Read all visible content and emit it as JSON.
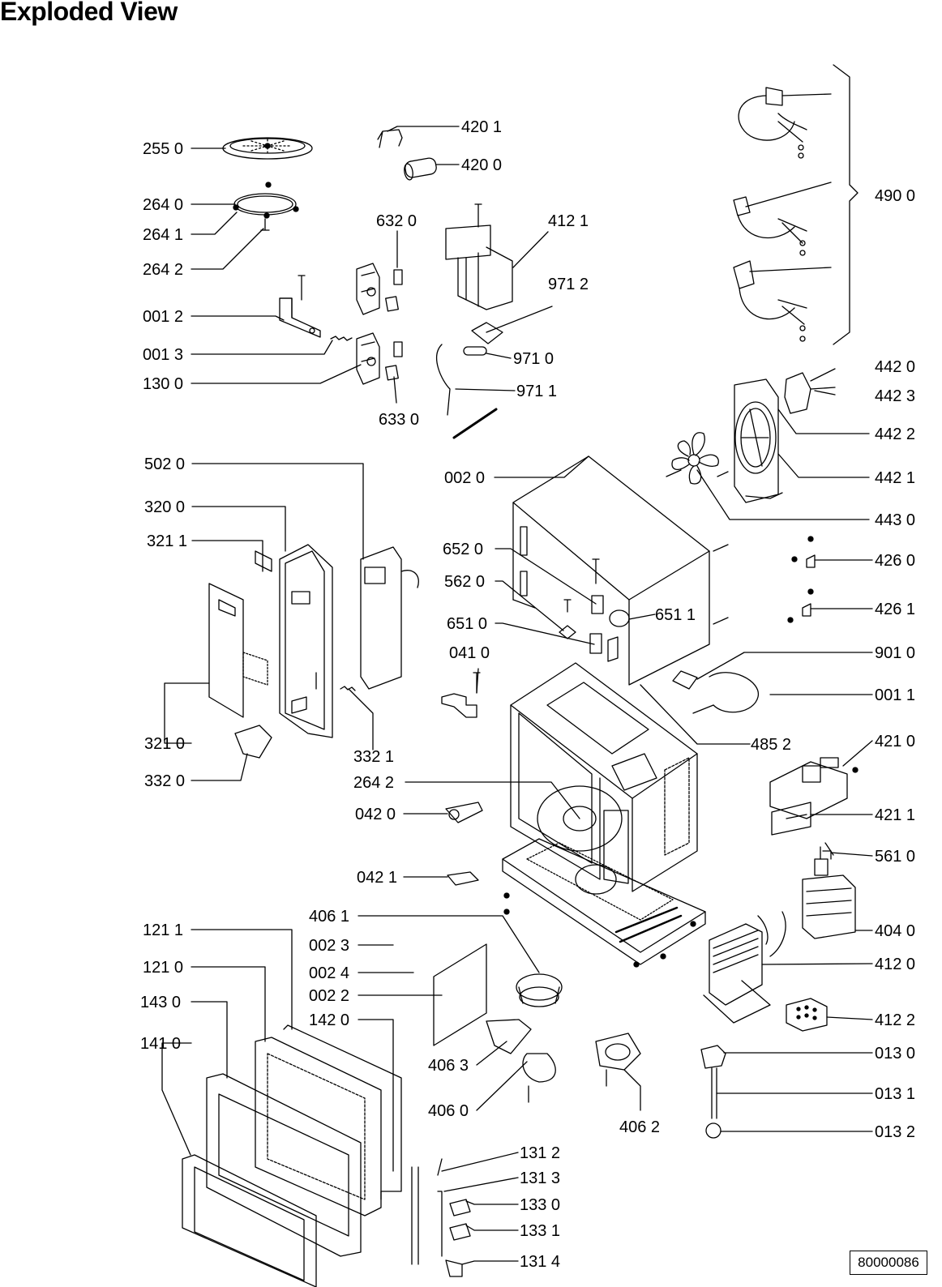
{
  "title": "Exploded View",
  "document_number": "80000086",
  "colors": {
    "ink": "#000000",
    "background": "#ffffff"
  },
  "callouts": [
    {
      "id": "c2550",
      "label": "255 0"
    },
    {
      "id": "c2640",
      "label": "264 0"
    },
    {
      "id": "c2641",
      "label": "264 1"
    },
    {
      "id": "c2642a",
      "label": "264 2"
    },
    {
      "id": "c0012",
      "label": "001 2"
    },
    {
      "id": "c0013",
      "label": "001 3"
    },
    {
      "id": "c1300",
      "label": "130 0"
    },
    {
      "id": "c4201",
      "label": "420 1"
    },
    {
      "id": "c4200",
      "label": "420 0"
    },
    {
      "id": "c6320",
      "label": "632 0"
    },
    {
      "id": "c4121",
      "label": "412 1"
    },
    {
      "id": "c9712",
      "label": "971 2"
    },
    {
      "id": "c9710",
      "label": "971 0"
    },
    {
      "id": "c9711",
      "label": "971 1"
    },
    {
      "id": "c6330",
      "label": "633 0"
    },
    {
      "id": "c4900",
      "label": "490 0"
    },
    {
      "id": "c4420",
      "label": "442 0"
    },
    {
      "id": "c4423",
      "label": "442 3"
    },
    {
      "id": "c4422",
      "label": "442 2"
    },
    {
      "id": "c4421",
      "label": "442 1"
    },
    {
      "id": "c4430",
      "label": "443 0"
    },
    {
      "id": "c5020",
      "label": "502 0"
    },
    {
      "id": "c3200",
      "label": "320 0"
    },
    {
      "id": "c3211",
      "label": "321 1"
    },
    {
      "id": "c3210",
      "label": "321 0"
    },
    {
      "id": "c3320",
      "label": "332 0"
    },
    {
      "id": "c3321",
      "label": "332 1"
    },
    {
      "id": "c0020",
      "label": "002 0"
    },
    {
      "id": "c6520",
      "label": "652 0"
    },
    {
      "id": "c5620",
      "label": "562 0"
    },
    {
      "id": "c6510",
      "label": "651 0"
    },
    {
      "id": "c6511",
      "label": "651 1"
    },
    {
      "id": "c0410",
      "label": "041 0"
    },
    {
      "id": "c4260",
      "label": "426 0"
    },
    {
      "id": "c4261",
      "label": "426 1"
    },
    {
      "id": "c9010",
      "label": "901 0"
    },
    {
      "id": "c0011",
      "label": "001 1"
    },
    {
      "id": "c4852",
      "label": "485 2"
    },
    {
      "id": "c2642b",
      "label": "264 2"
    },
    {
      "id": "c0420",
      "label": "042 0"
    },
    {
      "id": "c4210",
      "label": "421 0"
    },
    {
      "id": "c4211",
      "label": "421 1"
    },
    {
      "id": "c0421",
      "label": "042 1"
    },
    {
      "id": "c5610",
      "label": "561 0"
    },
    {
      "id": "c4040",
      "label": "404 0"
    },
    {
      "id": "c1211",
      "label": "121 1"
    },
    {
      "id": "c4061",
      "label": "406 1"
    },
    {
      "id": "c0023",
      "label": "002 3"
    },
    {
      "id": "c1210",
      "label": "121 0"
    },
    {
      "id": "c0024",
      "label": "002 4"
    },
    {
      "id": "c0022",
      "label": "002 2"
    },
    {
      "id": "c1430",
      "label": "143 0"
    },
    {
      "id": "c1420",
      "label": "142 0"
    },
    {
      "id": "c4120",
      "label": "412 0"
    },
    {
      "id": "c4122",
      "label": "412 2"
    },
    {
      "id": "c1410",
      "label": "141 0"
    },
    {
      "id": "c4063",
      "label": "406 3"
    },
    {
      "id": "c0130",
      "label": "013 0"
    },
    {
      "id": "c4060",
      "label": "406 0"
    },
    {
      "id": "c0131",
      "label": "013 1"
    },
    {
      "id": "c4062",
      "label": "406 2"
    },
    {
      "id": "c0132",
      "label": "013 2"
    },
    {
      "id": "c1312",
      "label": "131 2"
    },
    {
      "id": "c1313",
      "label": "131 3"
    },
    {
      "id": "c1330",
      "label": "133 0"
    },
    {
      "id": "c1331",
      "label": "133 1"
    },
    {
      "id": "c1314",
      "label": "131 4"
    }
  ]
}
